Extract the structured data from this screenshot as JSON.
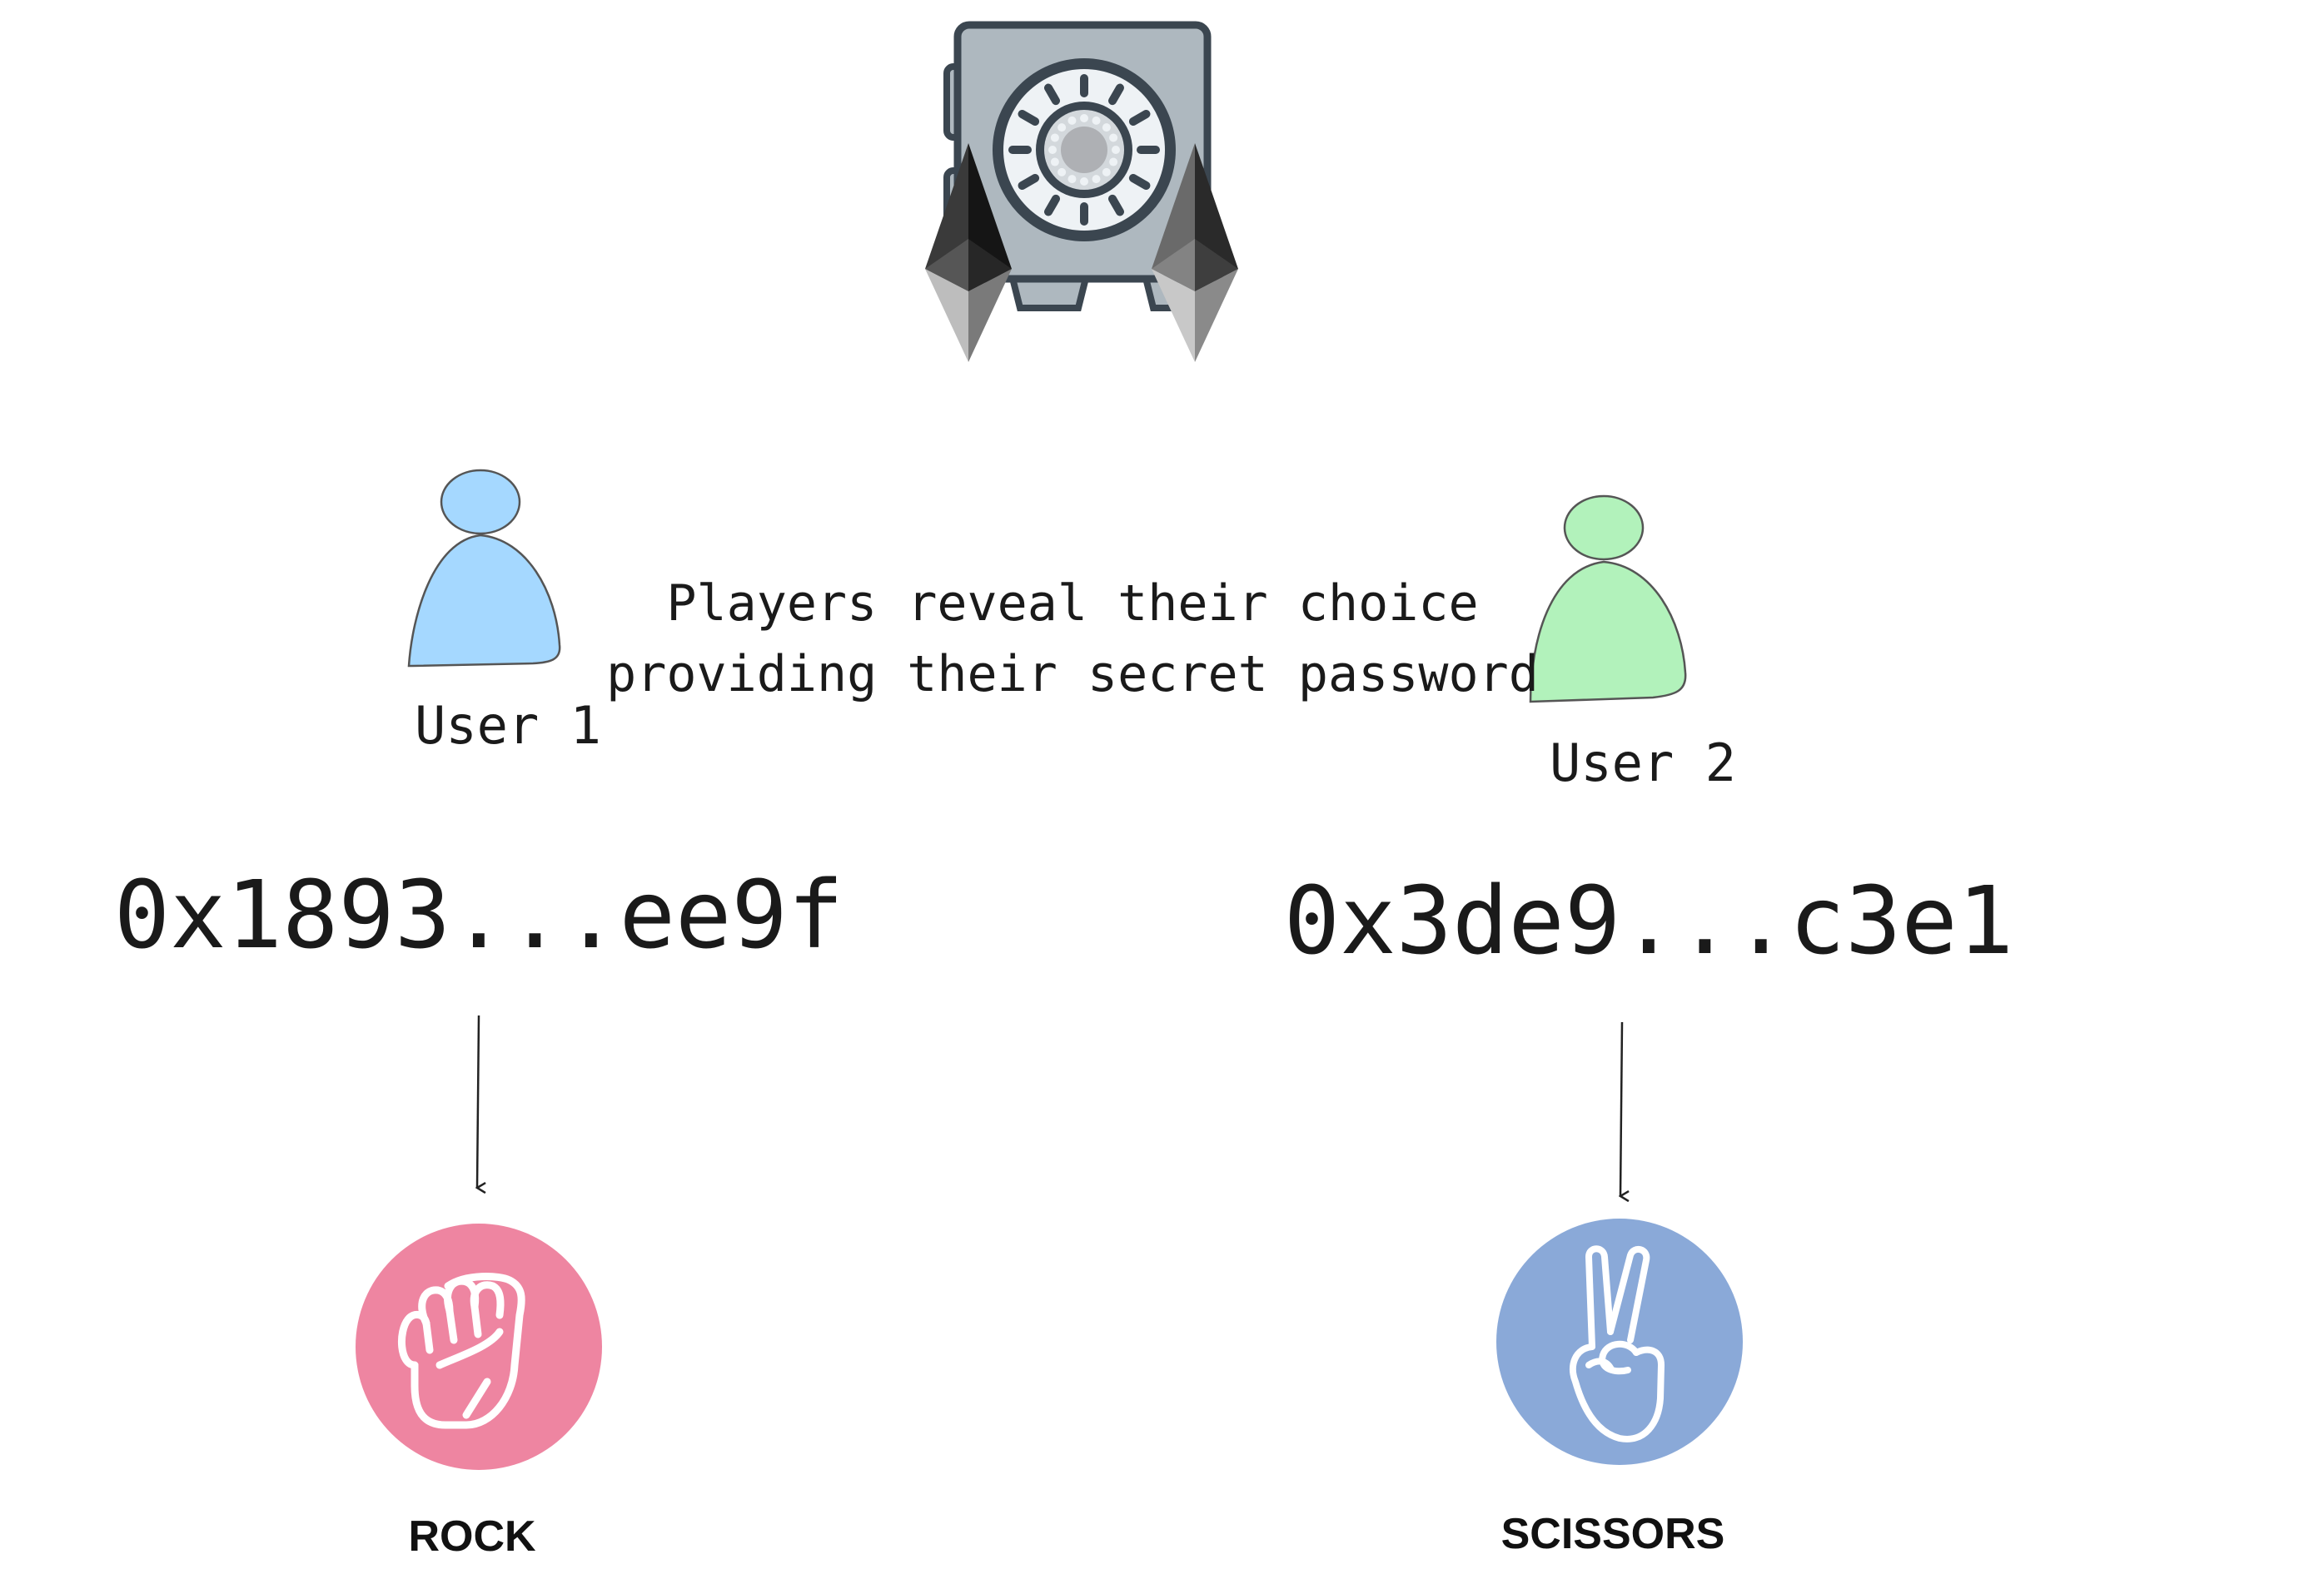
{
  "vault": {
    "icon": "safe-vault-icon",
    "coins_icon": "ethereum-icon"
  },
  "caption": {
    "line1": "Players reveal their choice",
    "line2": "providing their secret password"
  },
  "players": [
    {
      "label": "User 1",
      "address": "0x1893...ee9f",
      "choice": "ROCK",
      "choice_icon": "fist-icon",
      "avatar_color": "#a5d8ff",
      "choice_color": "#ee85a1"
    },
    {
      "label": "User 2",
      "address": "0x3de9...c3e1",
      "choice": "SCISSORS",
      "choice_icon": "peace-hand-icon",
      "avatar_color": "#b2f2bb",
      "choice_color": "#8aa9d8"
    }
  ]
}
